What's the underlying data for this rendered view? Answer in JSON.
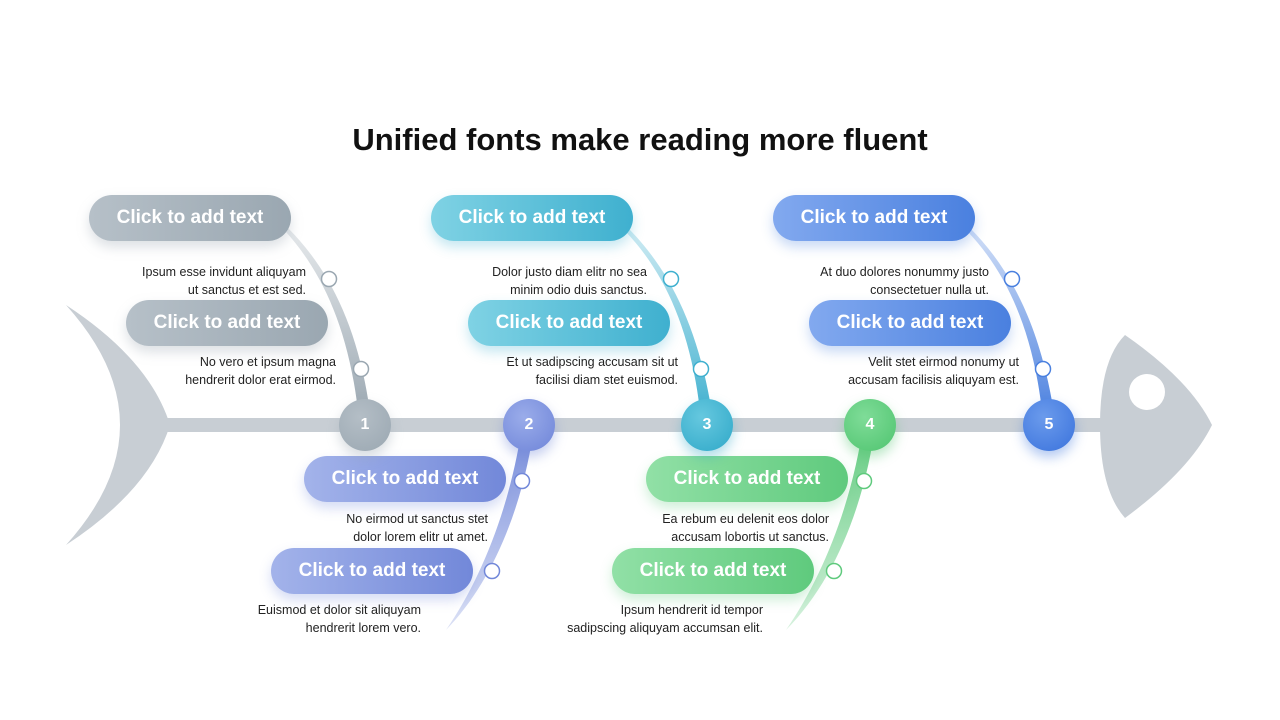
{
  "title": "Unified fonts make reading more fluent",
  "colors": {
    "skeleton": "#c8ced4",
    "branch1": "#9aa7b1",
    "branch2": "#7288d9",
    "branch3": "#3fb0cf",
    "branch4": "#5fca7d",
    "branch5": "#4a80df"
  },
  "nodes": [
    {
      "label": "1"
    },
    {
      "label": "2"
    },
    {
      "label": "3"
    },
    {
      "label": "4"
    },
    {
      "label": "5"
    }
  ],
  "cards": [
    {
      "pill": "Click to add text",
      "line1": "Ipsum esse invidunt aliquyam",
      "line2": "ut sanctus et est sed."
    },
    {
      "pill": "Click to add text",
      "line1": "No vero et ipsum magna",
      "line2": "hendrerit dolor erat eirmod."
    },
    {
      "pill": "Click to add text",
      "line1": "Dolor justo diam elitr no sea",
      "line2": "minim odio duis sanctus."
    },
    {
      "pill": "Click to add text",
      "line1": "Et ut sadipscing accusam sit ut",
      "line2": "facilisi diam stet euismod."
    },
    {
      "pill": "Click to add text",
      "line1": "At duo dolores nonummy justo",
      "line2": "consectetuer nulla ut."
    },
    {
      "pill": "Click to add text",
      "line1": "Velit stet eirmod nonumy ut",
      "line2": "accusam facilisis aliquyam est."
    },
    {
      "pill": "Click to add text",
      "line1": "No eirmod ut sanctus stet",
      "line2": "dolor lorem elitr ut amet."
    },
    {
      "pill": "Click to add text",
      "line1": "Euismod et dolor sit aliquyam",
      "line2": "hendrerit lorem vero."
    },
    {
      "pill": "Click to add text",
      "line1": "Ea rebum eu delenit eos dolor",
      "line2": "accusam lobortis ut sanctus."
    },
    {
      "pill": "Click to add text",
      "line1": "Ipsum hendrerit id tempor",
      "line2": "sadipscing aliquyam accumsan elit."
    }
  ]
}
